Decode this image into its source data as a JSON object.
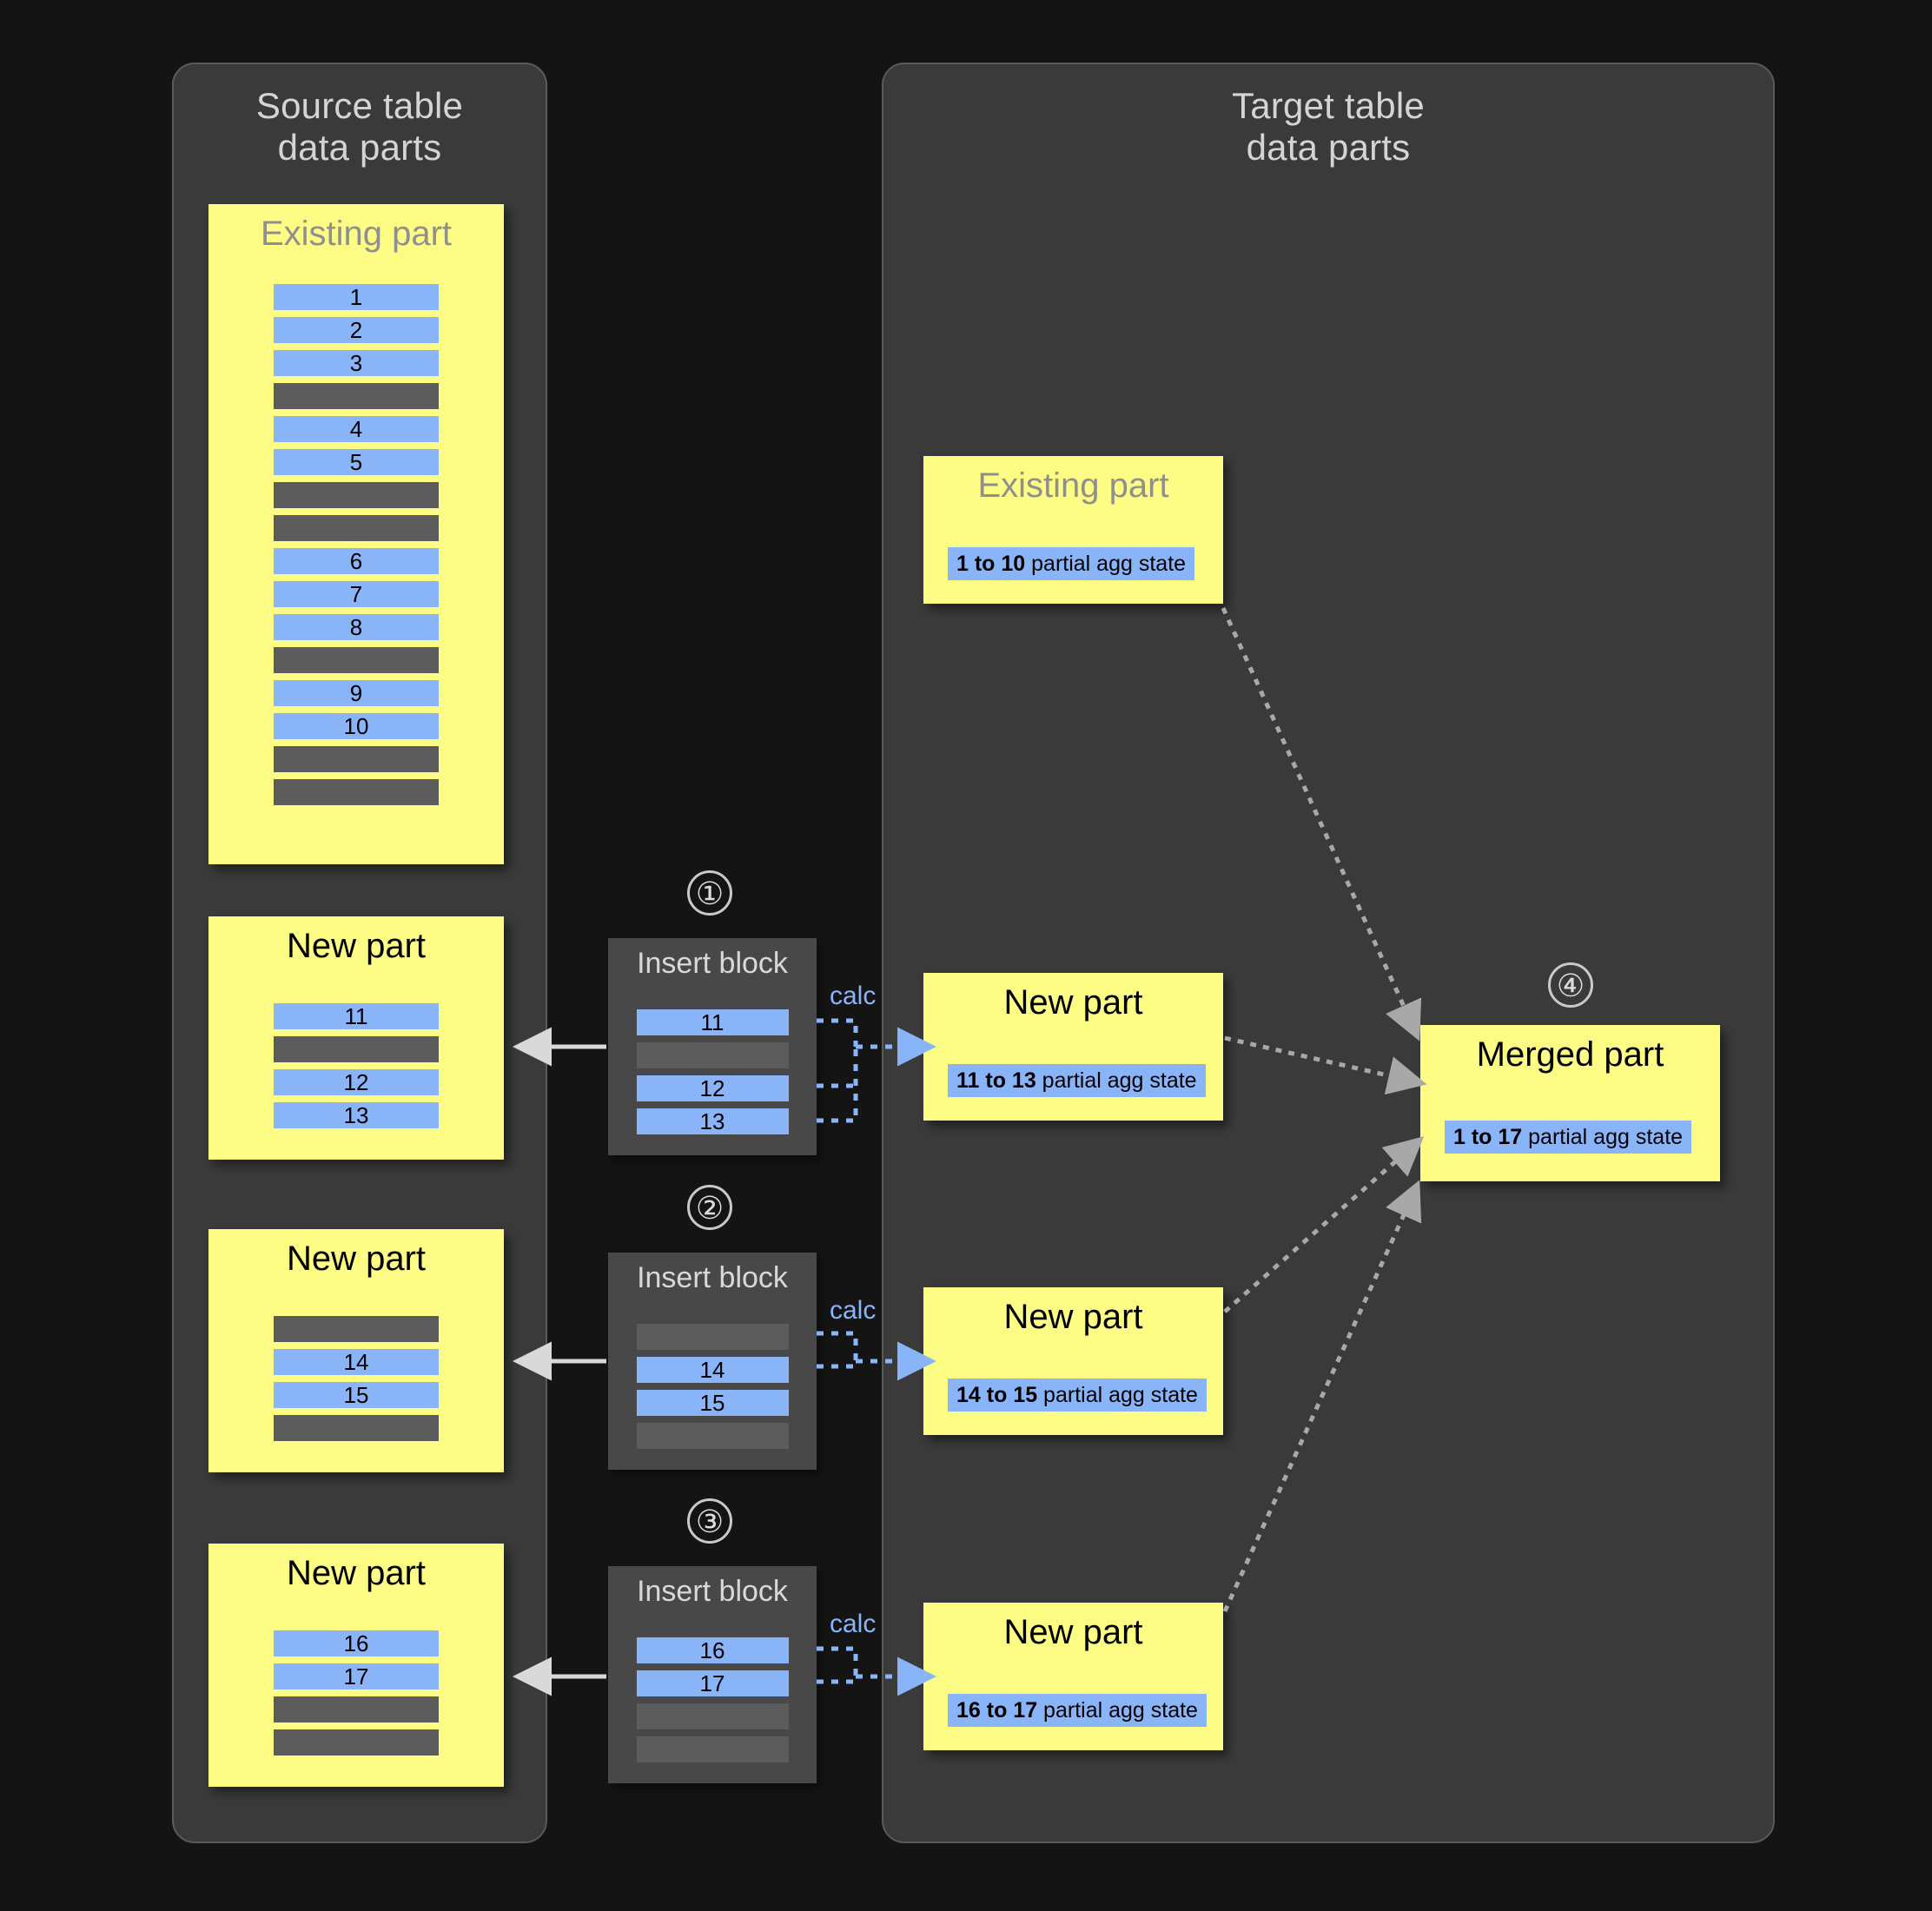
{
  "source_panel": {
    "title": "Source table\ndata parts",
    "parts": [
      {
        "name": "existing-part",
        "title": "Existing part",
        "title_muted": true,
        "rows": [
          "1",
          "2",
          "3",
          "",
          "4",
          "5",
          "",
          "",
          "6",
          "7",
          "8",
          "",
          "9",
          "10",
          "",
          ""
        ]
      },
      {
        "name": "new-part-1",
        "title": "New part",
        "title_muted": false,
        "rows": [
          "11",
          "",
          "12",
          "13"
        ]
      },
      {
        "name": "new-part-2",
        "title": "New part",
        "title_muted": false,
        "rows": [
          "",
          "14",
          "15",
          ""
        ]
      },
      {
        "name": "new-part-3",
        "title": "New part",
        "title_muted": false,
        "rows": [
          "16",
          "17",
          "",
          ""
        ]
      }
    ]
  },
  "insert_blocks": [
    {
      "step": "①",
      "title": "Insert block",
      "rows": [
        "11",
        "",
        "12",
        "13"
      ],
      "calc_label": "calc"
    },
    {
      "step": "②",
      "title": "Insert block",
      "rows": [
        "",
        "14",
        "15",
        ""
      ],
      "calc_label": "calc"
    },
    {
      "step": "③",
      "title": "Insert block",
      "rows": [
        "16",
        "17",
        "",
        ""
      ],
      "calc_label": "calc"
    }
  ],
  "target_panel": {
    "title": "Target table\ndata parts",
    "parts": [
      {
        "name": "target-existing-part",
        "title": "Existing part",
        "title_muted": true,
        "agg_range": "1 to 10",
        "agg_suffix": " partial agg state"
      },
      {
        "name": "target-new-part-1",
        "title": "New part",
        "title_muted": false,
        "agg_range": "11 to 13",
        "agg_suffix": " partial agg state"
      },
      {
        "name": "target-new-part-2",
        "title": "New part",
        "title_muted": false,
        "agg_range": "14 to 15",
        "agg_suffix": " partial agg state"
      },
      {
        "name": "target-new-part-3",
        "title": "New part",
        "title_muted": false,
        "agg_range": "16 to 17",
        "agg_suffix": " partial agg state"
      }
    ],
    "merged": {
      "step": "④",
      "title": "Merged part",
      "agg_range": "1 to 17",
      "agg_suffix": " partial agg state"
    }
  },
  "colors": {
    "background": "#141414",
    "panel": "#3a3a3a",
    "panel_border": "#5a5a5a",
    "part_yellow": "#fdfd85",
    "row_blue": "#8ab4f8",
    "row_gray": "#5c5c5c",
    "insert_block": "#484848",
    "text_light": "#d4d4d4",
    "text_muted": "#8f8f8f",
    "calc_blue": "#8ab4f8",
    "arrow_gray": "#a8a8a8",
    "arrow_white": "#d9d9d9"
  }
}
